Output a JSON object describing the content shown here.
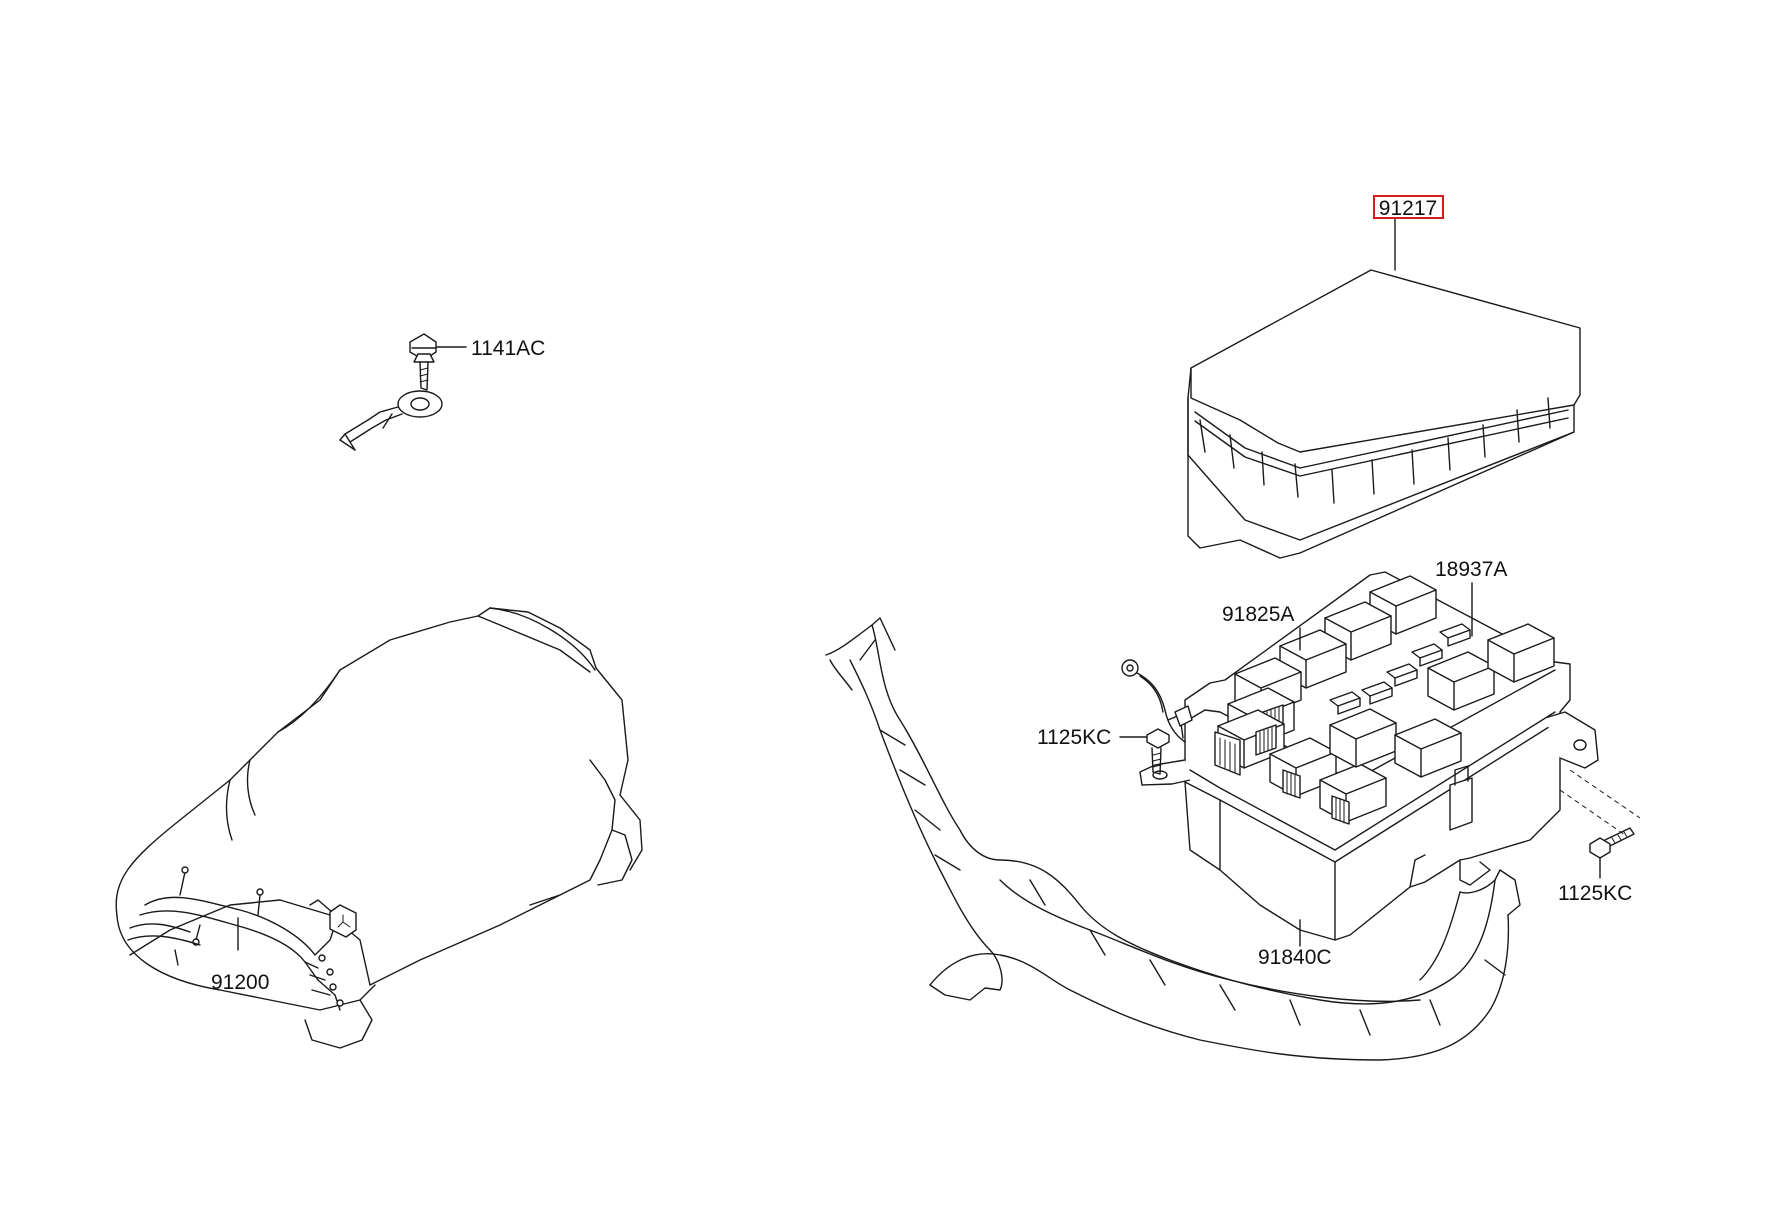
{
  "diagram": {
    "highlight_color": "#d11f1f",
    "parts": [
      {
        "id": "cover",
        "label": "91217",
        "highlighted": true
      },
      {
        "id": "bolt-ground",
        "label": "1141AC",
        "highlighted": false
      },
      {
        "id": "relay",
        "label": "18937A",
        "highlighted": false
      },
      {
        "id": "fuse",
        "label": "91825A",
        "highlighted": false
      },
      {
        "id": "bolt-left",
        "label": "1125KC",
        "highlighted": false
      },
      {
        "id": "bolt-right",
        "label": "1125KC",
        "highlighted": false
      },
      {
        "id": "junction-box",
        "label": "91840C",
        "highlighted": false
      },
      {
        "id": "harness",
        "label": "91200",
        "highlighted": false
      }
    ]
  }
}
